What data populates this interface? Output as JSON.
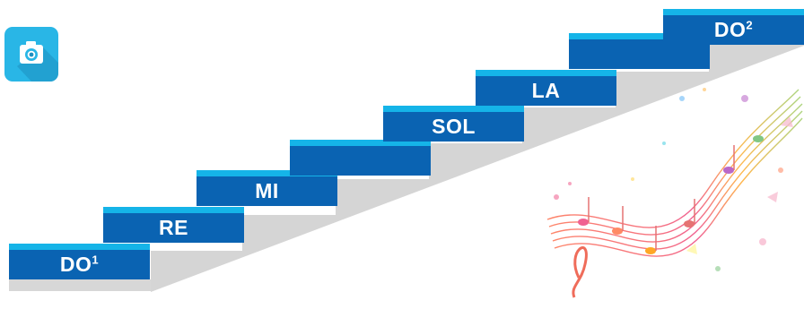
{
  "colors": {
    "step_top": "#15b4e8",
    "step_face": "#0a63b2",
    "shadow": "#d7d7d7",
    "camera_bg": "#29b6e6"
  },
  "icons": {
    "camera": "camera-icon",
    "music": "music-notes-illustration"
  },
  "steps": [
    {
      "label": "DO",
      "sup": "1"
    },
    {
      "label": "RE",
      "sup": ""
    },
    {
      "label": "MI",
      "sup": ""
    },
    {
      "label": "",
      "sup": ""
    },
    {
      "label": "SOL",
      "sup": ""
    },
    {
      "label": "LA",
      "sup": ""
    },
    {
      "label": "",
      "sup": ""
    },
    {
      "label": "DO",
      "sup": "2"
    }
  ]
}
